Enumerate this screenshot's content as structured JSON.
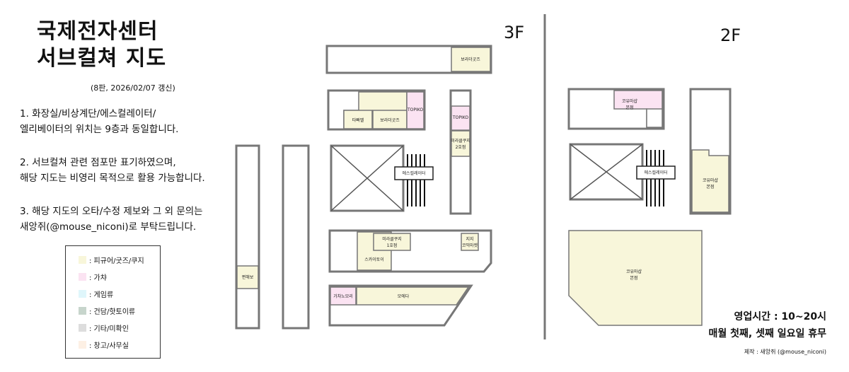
{
  "title": {
    "line1": "국제전자센터",
    "line2": "서브컬쳐 지도"
  },
  "edition": "(8판, 2026/02/07 갱신)",
  "notes": [
    {
      "line1": "1. 화장실/비상계단/에스컬레이터/",
      "line2": "엘리베이터의 위치는 9층과 동일합니다."
    },
    {
      "line1": "2. 서브컬쳐 관련 점포만 표기하였으며,",
      "line2": "해당 지도는 비영리 목적으로 활용 가능합니다."
    },
    {
      "line1": "3. 해당 지도의 오타/수정 제보와 그 외 문의는",
      "line2": "새앙쥐(@mouse_niconi)로 부탁드립니다."
    }
  ],
  "legend": [
    {
      "label": ": 피규어/굿즈/쿠지",
      "color": "#f8f6da"
    },
    {
      "label": ": 가챠",
      "color": "#fbe3f2"
    },
    {
      "label": ": 게임류",
      "color": "#dff6fb"
    },
    {
      "label": ": 건담/핫토이류",
      "color": "#c7d5cc"
    },
    {
      "label": ": 기타/미확인",
      "color": "#dddddd"
    },
    {
      "label": ": 창고/사무실",
      "color": "#fdf0e4"
    }
  ],
  "floors": {
    "f3": {
      "label": "3F",
      "shops": {
        "s1": "보라더굿즈",
        "s2": "타빠멜",
        "s3": "보라더굿즈",
        "s4": "TOPIKO",
        "s5": "TOPIKO",
        "s6": "미라클쿠지",
        "s6b": "2호점",
        "s7": "에스컬레이터",
        "s8": "미라클쿠지",
        "s8b": "1호점",
        "s9": "스카이토이",
        "s10": "지지",
        "s10b": "코믹마켓",
        "s11": "편해보",
        "s12": "가챠노모리",
        "s13": "모에다"
      }
    },
    "f2": {
      "label": "2F",
      "shops": {
        "s1": "코유마샵",
        "s1b": "본점",
        "s2": "에스컬레이터",
        "s3": "코유마샵",
        "s3b": "본점",
        "s4": "코유마샵",
        "s4b": "본점"
      }
    }
  },
  "hours": {
    "line1": "영업시간 : 10~20시",
    "line2": "매월 첫째, 셋째 일요일 휴무"
  },
  "credit": "제작 : 새앙쥐 (@mouse_niconi)"
}
